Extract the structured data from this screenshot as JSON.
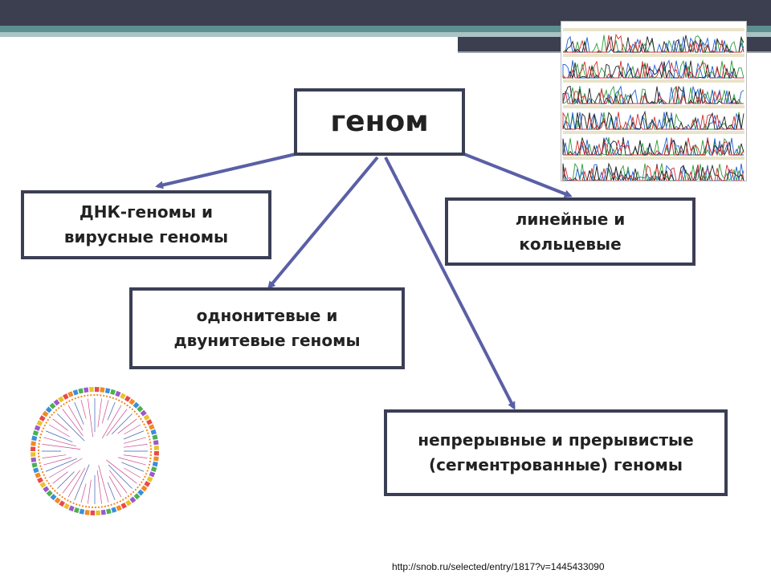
{
  "nodes": {
    "root": "геном",
    "dna_viral_line1": "ДНК-геномы и",
    "dna_viral_line2": "вирусные геномы",
    "linear_line1": "линейные и",
    "linear_line2": "кольцевые",
    "strand_line1": "однонитевые и",
    "strand_line2": "двунитевые геномы",
    "segment_line1": "непрерывные и прерывистые",
    "segment_line2": "(сегментрованные) геномы"
  },
  "source_url": "http://snob.ru/selected/entry/1817?v=1445433090",
  "colors": {
    "arrow": "#5a5fa6",
    "box_border": "#3b3f55",
    "header_dark": "#3b3f4f",
    "header_teal": "#5c8f8f"
  },
  "icons": {
    "chromatogram": "dna-sequencing-chromatogram-image",
    "tree": "circular-phylogenetic-tree-image"
  }
}
